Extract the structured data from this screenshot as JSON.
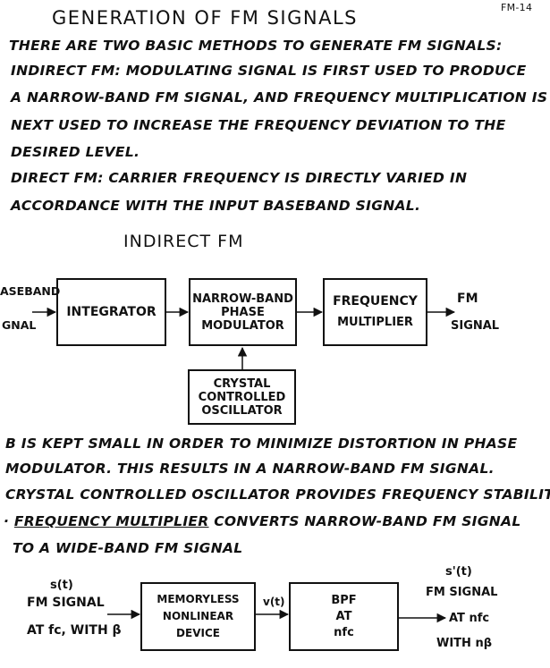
{
  "page_number": "FM-14",
  "title": "GENERATION OF FM SIGNALS",
  "intro_lines": [
    "THERE ARE TWO BASIC METHODS TO GENERATE FM SIGNALS:",
    "INDIRECT FM: MODULATING SIGNAL IS FIRST USED TO PRODUCE",
    "A NARROW-BAND FM SIGNAL, AND FREQUENCY MULTIPLICATION IS",
    "NEXT USED TO INCREASE THE FREQUENCY DEVIATION TO THE",
    "DESIRED LEVEL.",
    "DIRECT FM: CARRIER FREQUENCY IS DIRECTLY VARIED IN",
    "ACCORDANCE WITH THE INPUT BASEBAND SIGNAL."
  ],
  "indirect_heading": "INDIRECT FM",
  "diagram1": {
    "input_label_1": "ASEBAND",
    "input_label_2": "GNAL",
    "integrator": "INTEGRATOR",
    "pm_line1": "NARROW-BAND",
    "pm_line2": "PHASE",
    "pm_line3": "MODULATOR",
    "fm_line1": "FREQUENCY",
    "fm_line2": "MULTIPLIER",
    "output_label_1": "FM",
    "output_label_2": "SIGNAL",
    "osc_line1": "CRYSTAL",
    "osc_line2": "CONTROLLED",
    "osc_line3": "OSCILLATOR"
  },
  "notes_lines": [
    "β IS KEPT SMALL IN ORDER TO MINIMIZE DISTORTION IN PHASE",
    "MODULATOR. THIS RESULTS IN A NARROW-BAND FM SIGNAL.",
    "CRYSTAL CONTROLLED OSCILLATOR PROVIDES FREQUENCY STABILITY."
  ],
  "multiplier_note": {
    "term": "FREQUENCY MULTIPLIER",
    "rest": "CONVERTS NARROW-BAND FM SIGNAL",
    "line2": "TO A WIDE-BAND FM SIGNAL"
  },
  "diagram2": {
    "in_sig": "s(t)",
    "in_line1": "FM SIGNAL",
    "in_line2": "AT fc, WITH β",
    "nl_line1": "MEMORYLESS",
    "nl_line2": "NONLINEAR",
    "nl_line3": "DEVICE",
    "mid_sig": "v(t)",
    "bpf_line1": "BPF",
    "bpf_line2": "AT",
    "bpf_line3": "nfc",
    "out_sig": "s'(t)",
    "out_line1": "FM SIGNAL",
    "out_line2": "AT nfc",
    "out_line3": "WITH nβ"
  }
}
